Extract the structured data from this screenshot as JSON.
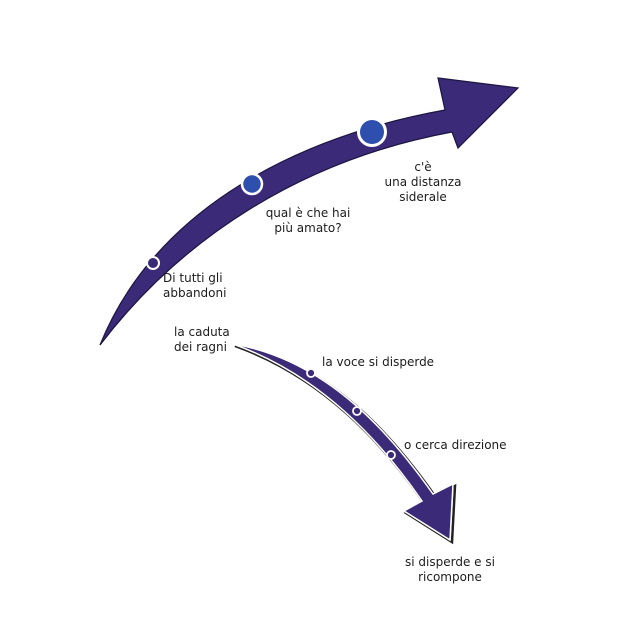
{
  "colors": {
    "arrow_fill": "#3b2a78",
    "arrow_stroke": "#1c1540",
    "node_fill_large": "#2f4fae",
    "node_fill_small": "#3b2a78",
    "node_ring": "#ffffff",
    "text": "#1c1c1c"
  },
  "upper_arrow": {
    "points": [
      {
        "label": "Di tutti gli\nabbandoni"
      },
      {
        "label": "qual è che hai\npiù amato?"
      },
      {
        "label": "c'è\nuna distanza\nsiderale"
      }
    ]
  },
  "lower_arrow": {
    "start_label": "la caduta\ndei ragni",
    "points": [
      {
        "label": "la voce si disperde"
      },
      {
        "label": "o cerca direzione"
      }
    ],
    "end_label": "si disperde e si\nricompone"
  }
}
